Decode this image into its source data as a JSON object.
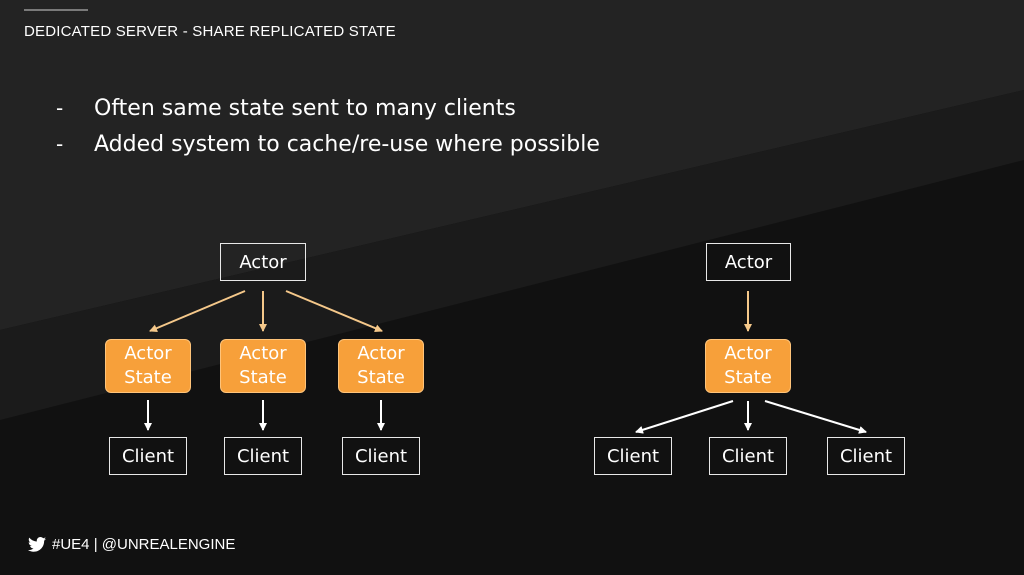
{
  "slide": {
    "title": "DEDICATED SERVER - SHARE REPLICATED STATE",
    "bullets": [
      {
        "marker": "-",
        "text": "Often same state sent to many clients"
      },
      {
        "marker": "-",
        "text": "Added system to cache/re-use where possible"
      }
    ]
  },
  "diagram_left": {
    "actor": "Actor",
    "states": [
      "Actor\nState",
      "Actor\nState",
      "Actor\nState"
    ],
    "clients": [
      "Client",
      "Client",
      "Client"
    ]
  },
  "diagram_right": {
    "actor": "Actor",
    "state": "Actor\nState",
    "clients": [
      "Client",
      "Client",
      "Client"
    ]
  },
  "footer": {
    "icon": "twitter-bird-icon",
    "text": "#UE4 | @UNREALENGINE"
  },
  "colors": {
    "background_dark": "#151515",
    "background_panel": "#222222",
    "accent_orange": "#f7a03a",
    "arrow_orange": "#f5c88a",
    "arrow_white": "#ffffff"
  }
}
